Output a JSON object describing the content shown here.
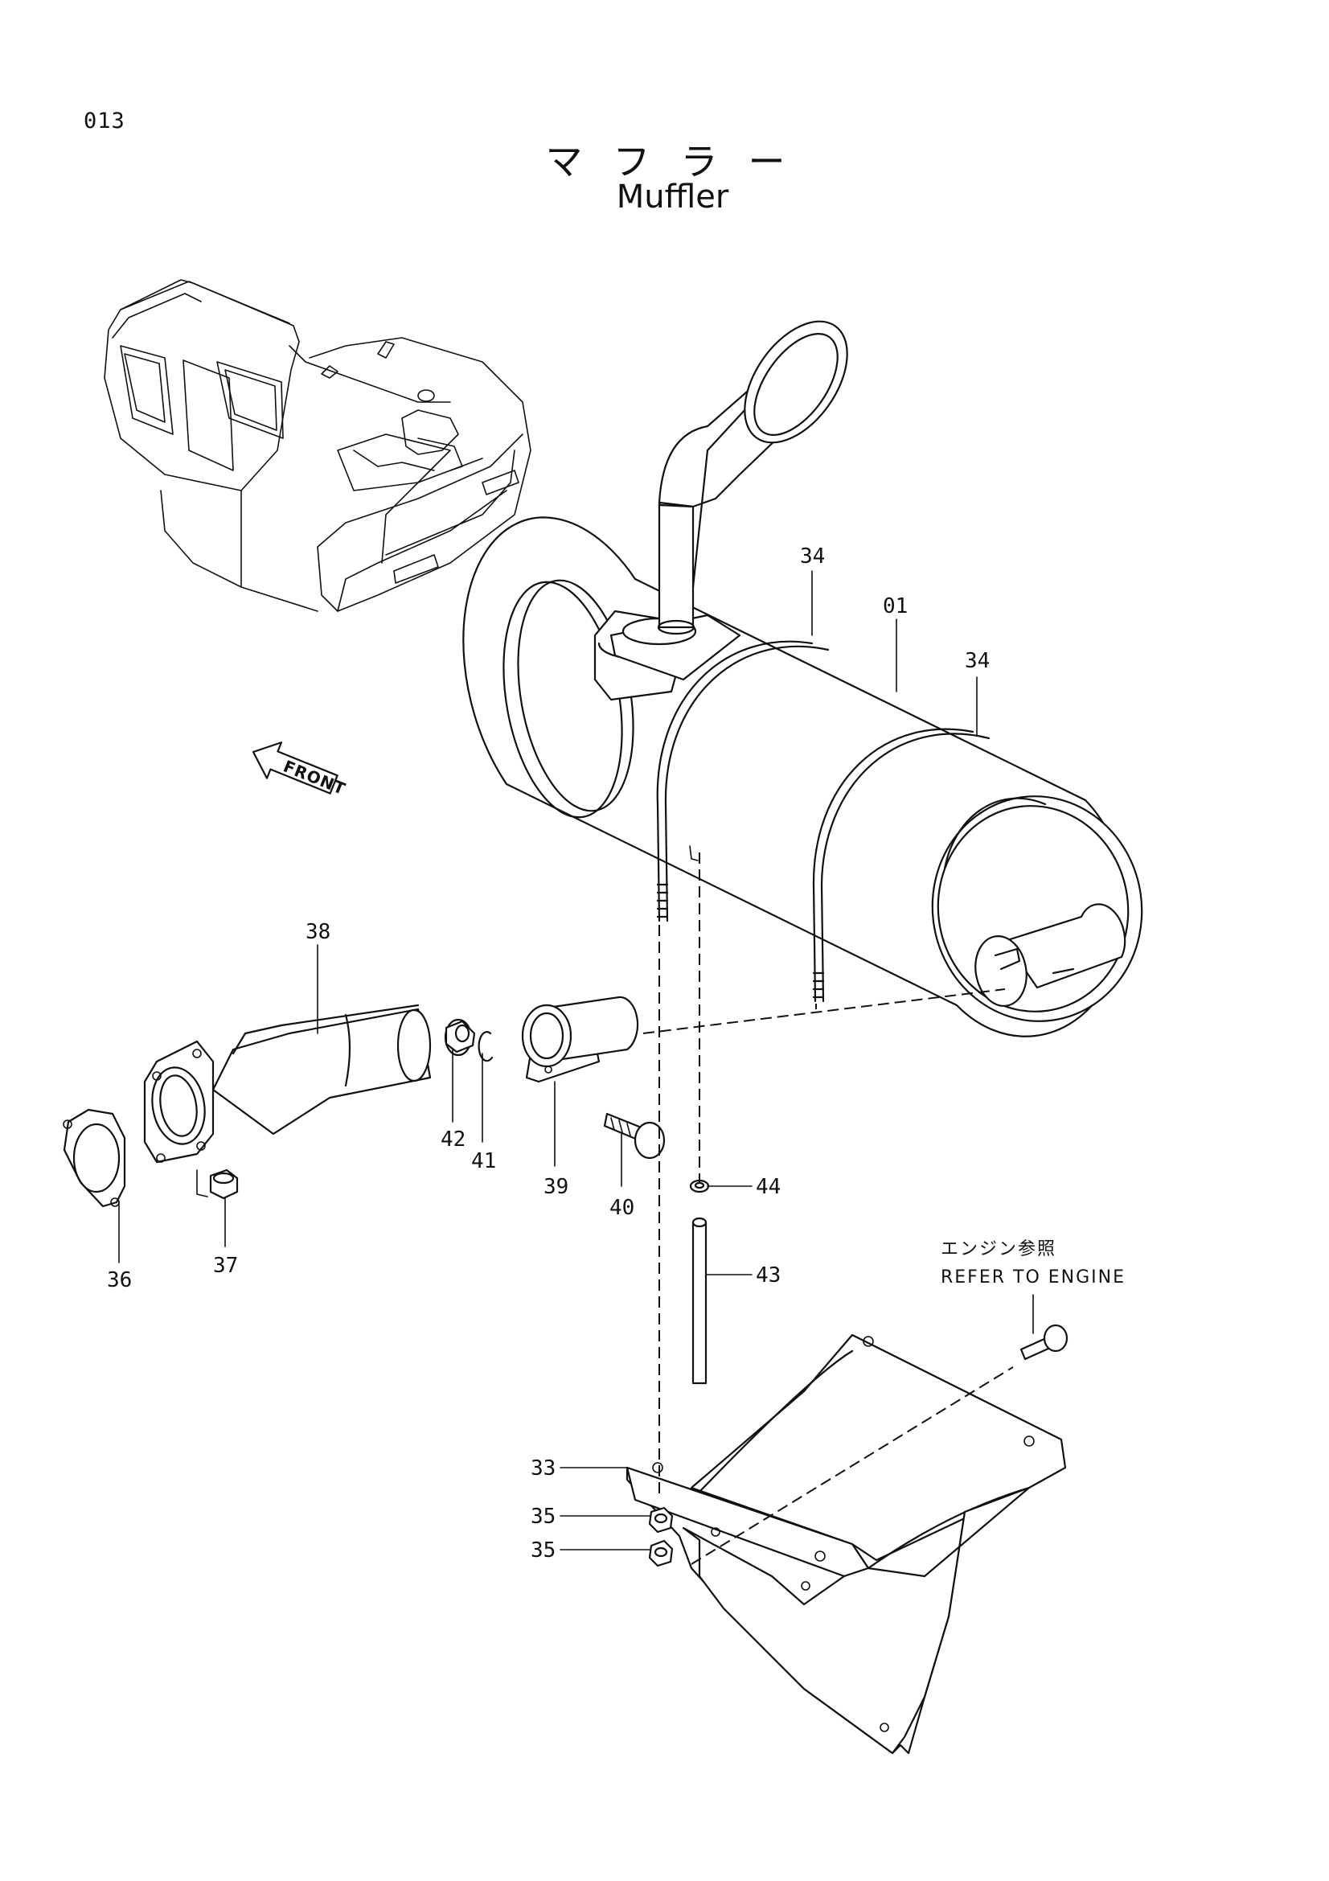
{
  "header": {
    "page_number": "013",
    "title_ja": "マフラー",
    "title_en": "Muffler"
  },
  "direction_marker": "FRONT",
  "note": {
    "ja": "エンジン参照",
    "en": "REFER TO ENGINE"
  },
  "callouts": [
    {
      "id": "34a",
      "label": "34"
    },
    {
      "id": "01",
      "label": "01"
    },
    {
      "id": "34b",
      "label": "34"
    },
    {
      "id": "38",
      "label": "38"
    },
    {
      "id": "42",
      "label": "42"
    },
    {
      "id": "41",
      "label": "41"
    },
    {
      "id": "39",
      "label": "39"
    },
    {
      "id": "40",
      "label": "40"
    },
    {
      "id": "44",
      "label": "44"
    },
    {
      "id": "43",
      "label": "43"
    },
    {
      "id": "36",
      "label": "36"
    },
    {
      "id": "37",
      "label": "37"
    },
    {
      "id": "33",
      "label": "33"
    },
    {
      "id": "35a",
      "label": "35"
    },
    {
      "id": "35b",
      "label": "35"
    }
  ]
}
